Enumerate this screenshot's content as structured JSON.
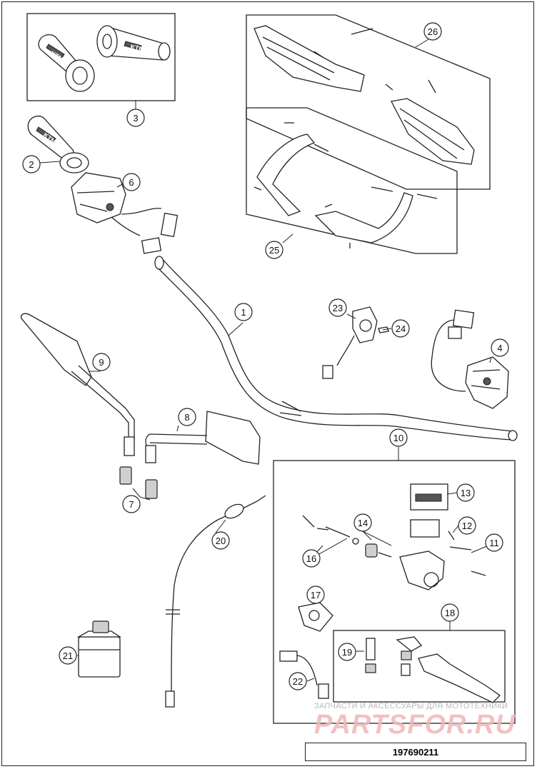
{
  "diagram": {
    "part_number": "197690211",
    "watermark_line1": "ЗАПЧАСТИ И АКСЕССУАРЫ ДЛЯ МОТОТЕХНИКИ",
    "watermark_line2": "PARTSFOR.RU",
    "callouts": [
      "1",
      "2",
      "3",
      "4",
      "6",
      "7",
      "8",
      "9",
      "10",
      "11",
      "12",
      "13",
      "14",
      "16",
      "17",
      "18",
      "19",
      "20",
      "21",
      "22",
      "23",
      "24",
      "25",
      "26"
    ],
    "grip_logo": "KTM"
  }
}
